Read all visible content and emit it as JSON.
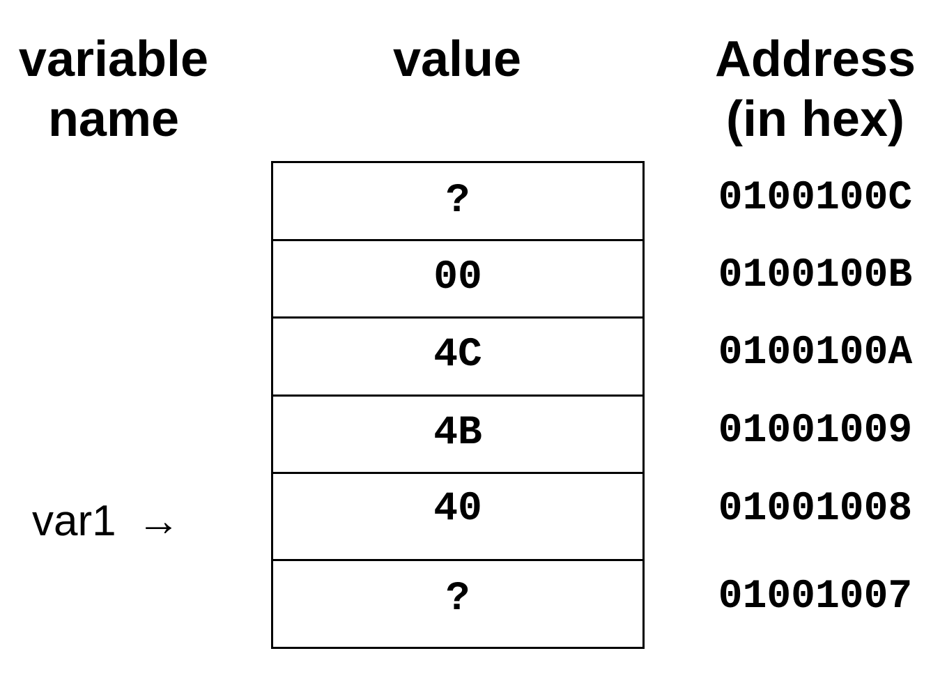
{
  "headers": {
    "variable_name_line1": "variable",
    "variable_name_line2": "name",
    "value": "value",
    "address_line1": "Address",
    "address_line2": "(in hex)"
  },
  "rows": [
    {
      "value": "?",
      "address": "0100100C"
    },
    {
      "value": "00",
      "address": "0100100B"
    },
    {
      "value": "4C",
      "address": "0100100A"
    },
    {
      "value": "4B",
      "address": "01001009"
    },
    {
      "value": "40",
      "address": "01001008"
    },
    {
      "value": "?",
      "address": "01001007"
    }
  ],
  "pointer": {
    "label": "var1",
    "arrow": "→"
  }
}
